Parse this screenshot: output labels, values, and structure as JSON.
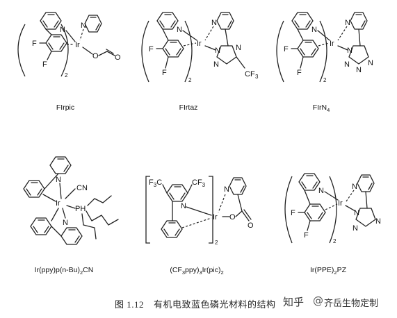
{
  "molecules": [
    {
      "id": "firpic",
      "caption": "FIrpic"
    },
    {
      "id": "firtaz",
      "caption": "FIrtaz"
    },
    {
      "id": "firn4",
      "caption_main": "FIrN",
      "caption_sub": "4"
    },
    {
      "id": "irppy-pbu-cn",
      "caption_a": "Ir(ppy)p(n-Bu)",
      "caption_sub": "2",
      "caption_b": "CN"
    },
    {
      "id": "cf3ppy-irpic",
      "caption_a": "(CF",
      "caption_sub1": "3",
      "caption_b": "ppy)",
      "caption_sub2": "3",
      "caption_c": "Ir(pic)",
      "caption_sub3": "2"
    },
    {
      "id": "irppe-pz",
      "caption_a": "Ir(PPE)",
      "caption_sub": "2",
      "caption_b": "PZ"
    }
  ],
  "atoms": {
    "N": "N",
    "Ir": "Ir",
    "F": "F",
    "O": "O",
    "CF3": "CF",
    "three": "3",
    "CN": "CN",
    "PH": "PH",
    "two": "2",
    "F3C": "F",
    "F3C_3": "3",
    "F3C_C": "C"
  },
  "figure_caption": {
    "number": "图 1.12",
    "text": "有机电致蓝色磷光材料的结构"
  },
  "watermark": {
    "logo": "知乎",
    "separator": "@",
    "user": "齐岳生物定制"
  }
}
